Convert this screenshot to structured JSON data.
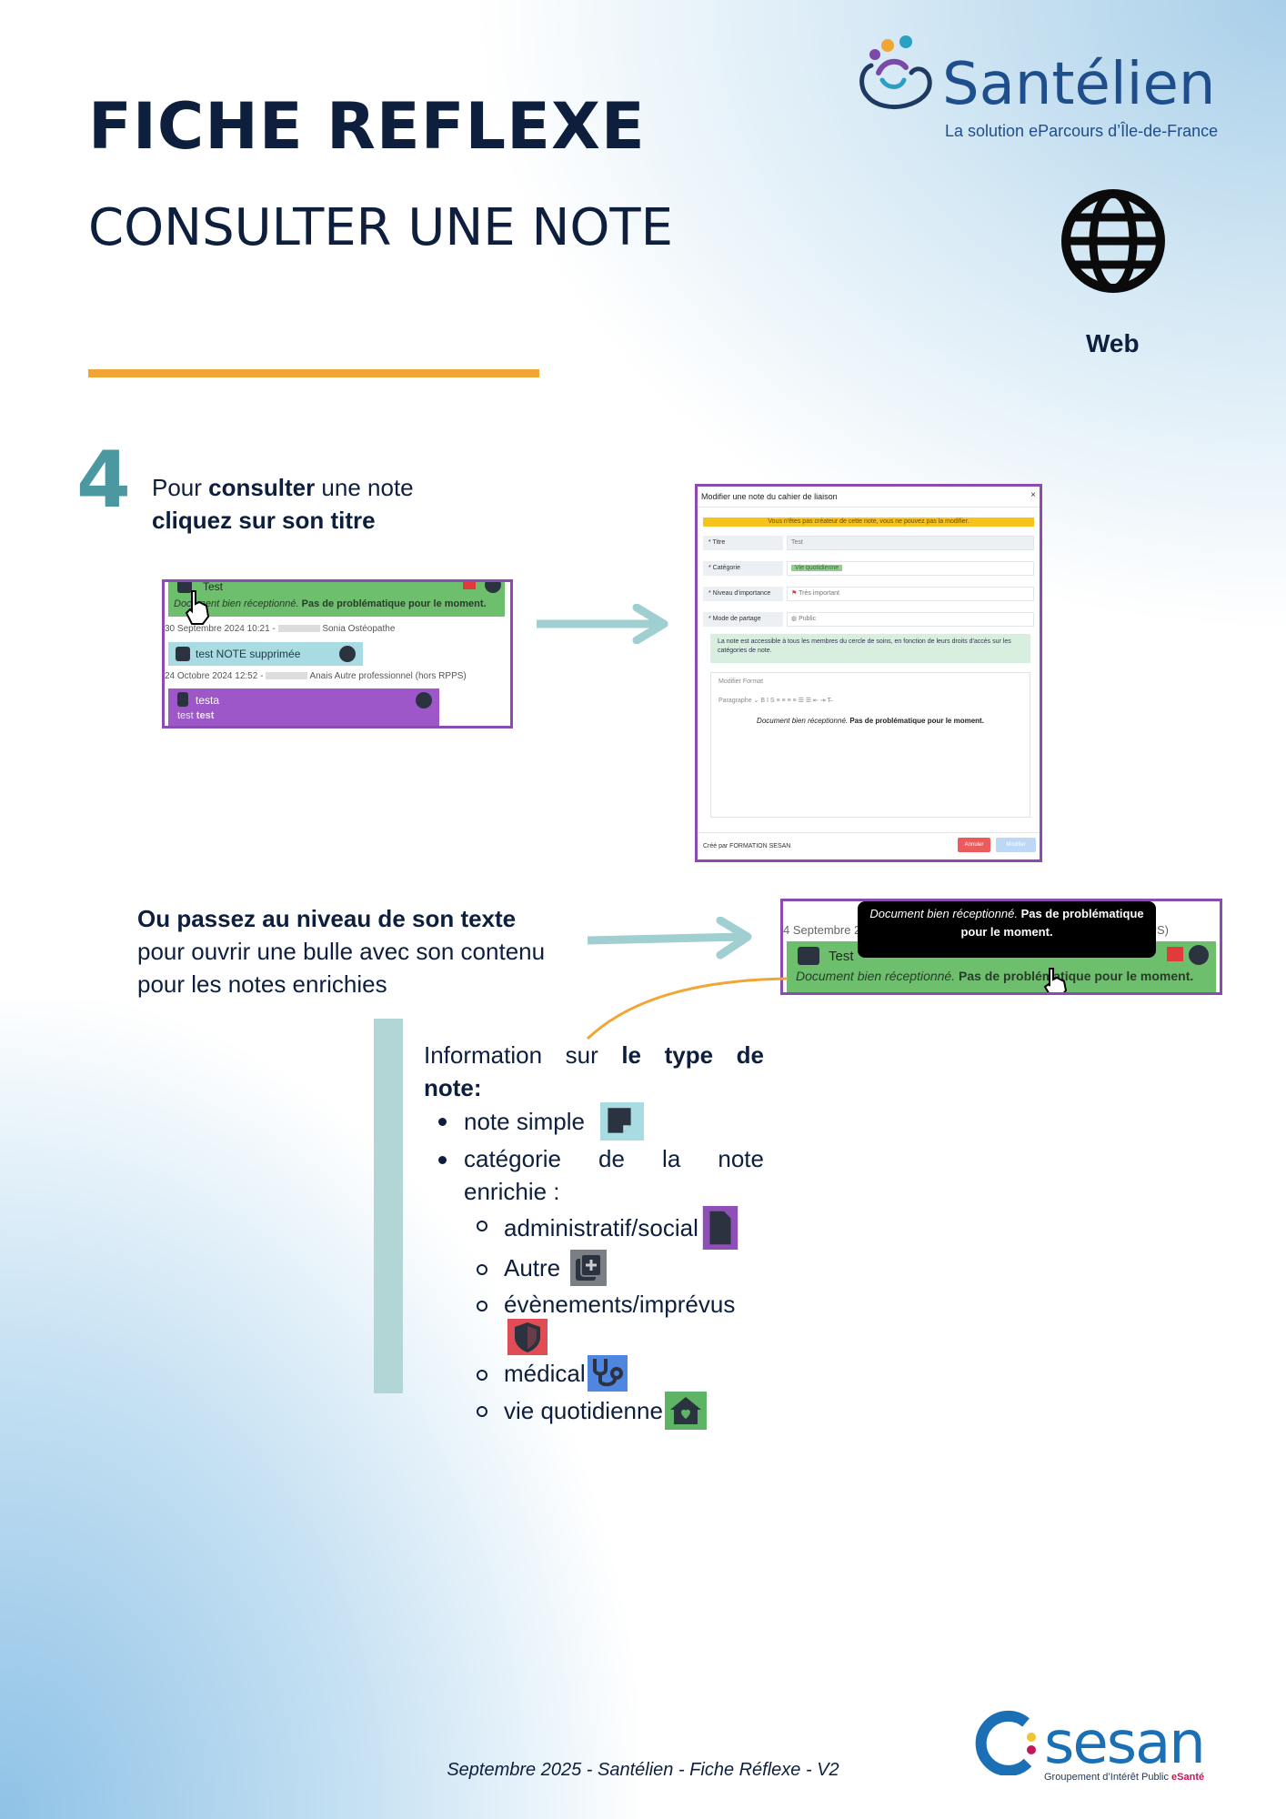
{
  "header": {
    "title": "FICHE REFLEXE",
    "subtitle": "CONSULTER UNE NOTE"
  },
  "brand": {
    "name": "Santélien",
    "tagline": "La solution eParcours d’Île-de-France"
  },
  "platform": {
    "icon": "globe-icon",
    "label": "Web"
  },
  "step": {
    "number": "4",
    "text_pre": "Pour",
    "text_bold1": "consulter",
    "text_mid": "une note",
    "text_bold2": "cliquez sur son titre"
  },
  "screenshot_list": {
    "note1_title": "Test",
    "note1_text_italic": "Document bien réceptionné.",
    "note1_text_bold": "Pas de problématique pour le moment.",
    "meta1_date": "30 Septembre 2024 10:21 -",
    "meta1_author": "Sonia Ostéopathe",
    "note2_title": "test NOTE supprimée",
    "meta2_date": "24 Octobre 2024 12:52 -",
    "meta2_author": "Anais Autre professionnel (hors RPPS)",
    "note3_title": "testa",
    "note3_text": "test",
    "note3_text_bold": "test"
  },
  "modal": {
    "title": "Modifier une note du cahier de liaison",
    "close": "×",
    "warning": "Vous n'êtes pas créateur de cette note, vous ne pouvez pas la modifier.",
    "fields": [
      {
        "label": "* Titre",
        "value": "Test"
      },
      {
        "label": "* Catégorie",
        "value": "Vie quotidienne"
      },
      {
        "label": "* Niveau d'importance",
        "value": "Très important"
      },
      {
        "label": "* Mode de partage",
        "value": "Public"
      }
    ],
    "info": "La note est accessible à tous les membres du cercle de soins, en fonction de leurs droits d'accès sur les catégories de note.",
    "menu": "Modifier   Format",
    "toolbar": "Paragraphe   ⌄     B  I  S     ≡ ≡ ≡ ≡     ☰ ☰ ⇤ ⇥     T̶",
    "body_italic": "Document bien réceptionné.",
    "body_bold": "Pas de problématique pour le moment.",
    "created_by": "Créé par FORMATION SESAN",
    "cancel": "Annuler",
    "modify": "Modifier"
  },
  "hover": {
    "bold": "Ou passez au niveau de son texte",
    "line2": "pour ouvrir une bulle avec son contenu",
    "line3": "pour les notes enrichies"
  },
  "screenshot_hover": {
    "meta_left": "4 Septembre 20",
    "meta_right": "PS)",
    "tooltip_italic": "Document bien réceptionné.",
    "tooltip_bold1": "Pas de problématique",
    "tooltip_bold2": "pour le moment.",
    "note_title": "Test",
    "note_italic": "Document bien réceptionné.",
    "note_bold": "Pas de problématique pour le moment."
  },
  "info": {
    "intro_1": "Information",
    "intro_2": "sur",
    "intro_3": "le",
    "intro_4": "type",
    "intro_5": "de",
    "intro_6": "note:",
    "simple": "note simple",
    "enriched_1": "catégorie",
    "enriched_2": "de",
    "enriched_3": "la",
    "enriched_4": "note",
    "enriched_5": "enrichie :",
    "categories": [
      {
        "label": "administratif/social",
        "icon": "document-icon",
        "color": "#8e4fb6"
      },
      {
        "label": "Autre",
        "icon": "copy-plus-icon",
        "color": "#7a7f86"
      },
      {
        "label": "évènements/imprévus",
        "icon": "shield-icon",
        "color": "#e04d55"
      },
      {
        "label": "médical",
        "icon": "stethoscope-icon",
        "color": "#4f86e0"
      },
      {
        "label": "vie quotidienne",
        "icon": "house-heart-icon",
        "color": "#5eb465"
      }
    ],
    "simple_color": "#a9dbe2"
  },
  "org": {
    "name": "sesan",
    "tagline_pre": "Groupement d’Intérêt Public",
    "tagline_bold": "eSanté"
  },
  "footer": "Septembre 2025 - Santélien - Fiche Réflexe - V2"
}
